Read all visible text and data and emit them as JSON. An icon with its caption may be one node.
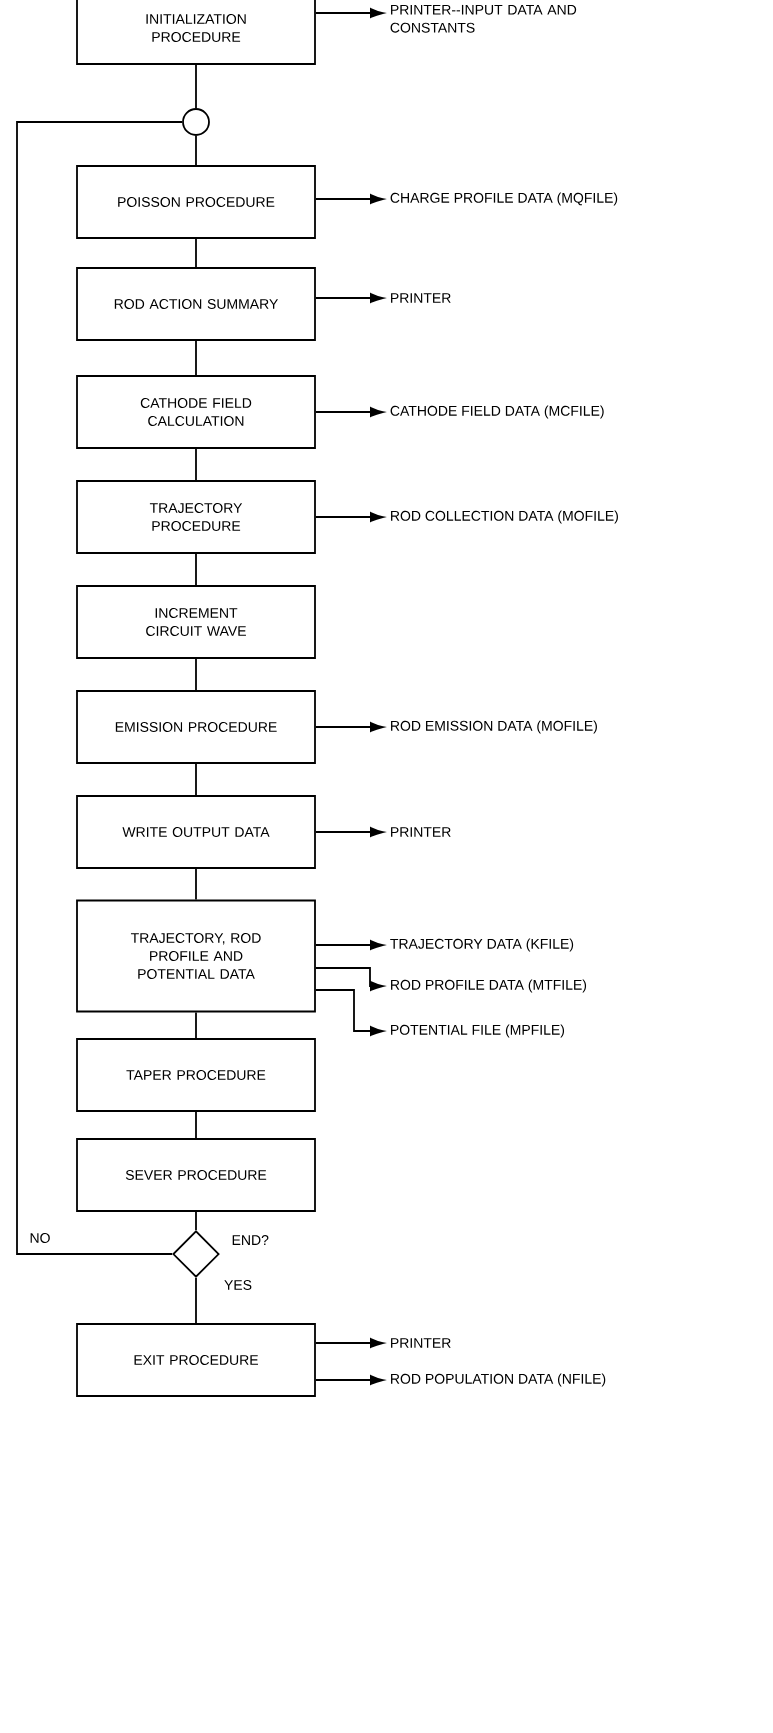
{
  "diagram": {
    "nodes": [
      {
        "text": [
          "INITIALIZATION PROCEDURE"
        ]
      },
      {
        "text": [
          "PRINTER--INPUT DATA AND CONSTANTS"
        ]
      },
      {
        "text": [],
        "shape": "circle"
      },
      {
        "text": [
          "POISSON PROCEDURE"
        ]
      },
      {
        "text": [
          "CHARGE PROFILE DATA (MQFILE)"
        ]
      },
      {
        "text": [
          "ROD ACTION SUMMARY"
        ]
      },
      {
        "text": [
          "PRINTER"
        ]
      },
      {
        "text": [
          "CATHODE FIELD CALCULATION"
        ]
      },
      {
        "text": [
          "CATHODE FIELD DATA (MCFILE)"
        ]
      },
      {
        "text": [
          "TRAJECTORY PROCEDURE"
        ]
      },
      {
        "text": [
          "ROD COLLECTION DATA (MOFILE)"
        ]
      },
      {
        "text": [
          "INCREMENT CIRCUIT WAVE"
        ]
      },
      {
        "text": [
          "EMISSION PROCEDURE"
        ]
      },
      {
        "text": [
          "ROD EMISSION DATA (MOFILE)"
        ]
      },
      {
        "text": [
          "WRITE OUTPUT DATA"
        ]
      },
      {
        "text": [
          "PRINTER"
        ]
      },
      {
        "text": [
          "TRAJECTORY, ROD PROFILE AND POTENTIAL DATA"
        ]
      },
      {
        "text": [
          "TRAJECTORY DATA (KFILE)"
        ]
      },
      {
        "text": [
          "ROD PROFILE DATA (MTFILE)"
        ]
      },
      {
        "text": [
          "POTENTIAL FILE (MPFILE)"
        ]
      },
      {
        "text": [
          "TAPER PROCEDURE"
        ]
      },
      {
        "text": [
          "SEVER PROCEDURE"
        ]
      },
      {
        "text": [],
        "shape": "diamond",
        "beside": [
          "END?"
        ]
      },
      {
        "text": [
          "EXIT PROCEDURE"
        ]
      },
      {
        "text": [
          "PRINTER"
        ]
      },
      {
        "text": [
          "ROD POPULATION DATA (NFILE)"
        ]
      }
    ],
    "edges": [
      {
        "from": 0,
        "to": 1,
        "arrow": "to"
      },
      {
        "from": 0,
        "to": 2,
        "arrow": "none"
      },
      {
        "from": 2,
        "to": 3,
        "arrow": "none"
      },
      {
        "from": 3,
        "to": 4,
        "arrow": "to"
      },
      {
        "from": 3,
        "to": 5,
        "arrow": "none"
      },
      {
        "from": 5,
        "to": 6,
        "arrow": "to"
      },
      {
        "from": 5,
        "to": 7,
        "arrow": "none"
      },
      {
        "from": 7,
        "to": 8,
        "arrow": "to"
      },
      {
        "from": 7,
        "to": 9,
        "arrow": "none"
      },
      {
        "from": 9,
        "to": 10,
        "arrow": "to"
      },
      {
        "from": 9,
        "to": 11,
        "arrow": "none"
      },
      {
        "from": 11,
        "to": 12,
        "arrow": "none"
      },
      {
        "from": 12,
        "to": 13,
        "arrow": "to"
      },
      {
        "from": 12,
        "to": 14,
        "arrow": "none"
      },
      {
        "from": 14,
        "to": 15,
        "arrow": "to"
      },
      {
        "from": 14,
        "to": 16,
        "arrow": "none"
      },
      {
        "from": 16,
        "to": 17,
        "arrow": "to"
      },
      {
        "from": 16,
        "to": 18,
        "arrow": "to"
      },
      {
        "from": 16,
        "to": 19,
        "arrow": "to"
      },
      {
        "from": 16,
        "to": 20,
        "arrow": "none"
      },
      {
        "from": 20,
        "to": 21,
        "arrow": "none"
      },
      {
        "from": 21,
        "to": 22,
        "arrow": "none"
      },
      {
        "from": 22,
        "to": 2,
        "arrow": "none",
        "label": "NO"
      },
      {
        "from": 22,
        "to": 23,
        "arrow": "none",
        "label": "YES"
      },
      {
        "from": 23,
        "to": 24,
        "arrow": "to"
      },
      {
        "from": 23,
        "to": 25,
        "arrow": "to"
      }
    ]
  }
}
